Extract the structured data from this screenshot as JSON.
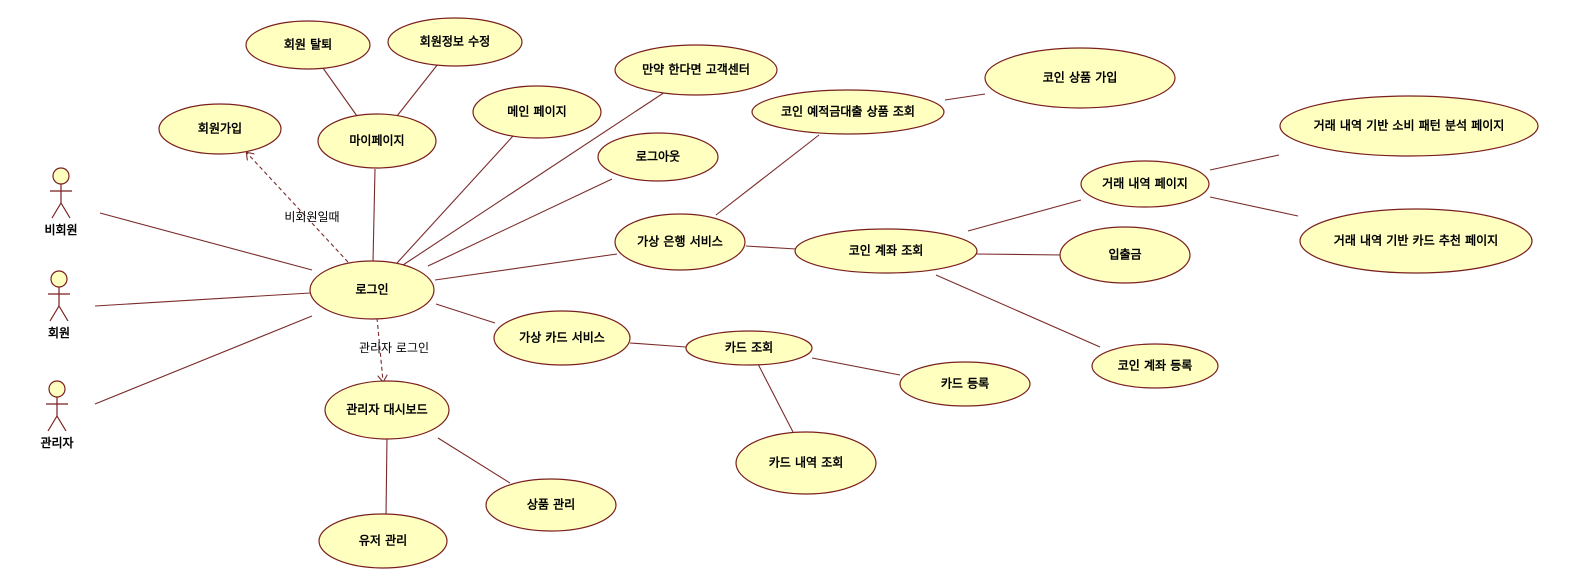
{
  "actors": {
    "non_member": "비회원",
    "member": "회원",
    "admin": "관리자"
  },
  "use_cases": {
    "signup": "회원가입",
    "withdraw": "회원 탈퇴",
    "edit_info": "회원정보 수정",
    "mypage": "마이페이지",
    "main_page": "메인 페이지",
    "customer_center": "만약 한다면 고객센터",
    "logout": "로그아웃",
    "login": "로그인",
    "admin_dashboard": "관리자 대시보드",
    "product_manage": "상품 관리",
    "user_manage": "유저 관리",
    "virtual_bank": "가상 은행 서비스",
    "coin_deposit_loan": "코인 예적금대출 상품 조회",
    "coin_product_join": "코인 상품 가입",
    "coin_account_view": "코인 계좌 조회",
    "deposit_withdraw": "입출금",
    "coin_account_register": "코인 계좌 등록",
    "transaction_page": "거래 내역 페이지",
    "spending_analysis": "거래 내역 기반 소비 패턴 분석 페이지",
    "card_recommend": "거래 내역 기반 카드 추천 페이지",
    "virtual_card": "가상 카드 서비스",
    "card_view": "카드 조회",
    "card_register": "카드 등록",
    "card_history": "카드 내역 조회"
  },
  "dependencies": {
    "non_member_when": "비회원일때",
    "admin_login": "관리자 로그인"
  },
  "colors": {
    "usecase_fill": "#ffffc0",
    "line": "#7a2b2b"
  }
}
